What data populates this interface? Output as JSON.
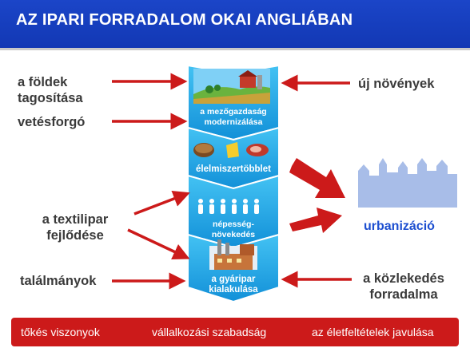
{
  "header": {
    "title": "AZ IPARI FORRADALOM OKAI ANGLIÁBAN"
  },
  "left_labels": {
    "foldek": [
      "a földek",
      "tagosítása"
    ],
    "vetesforgo": "vetésforgó",
    "textilipar": [
      "a textilipar",
      "fejlődése"
    ],
    "talalmanyok": "találmányok"
  },
  "right_labels": {
    "uj_novenyek": "új növények",
    "urbanizacio": "urbanizáció",
    "kozlekedes": [
      "a közlekedés",
      "forradalma"
    ]
  },
  "chain": {
    "step1": [
      "a mezőgazdaság",
      "modernizálása"
    ],
    "step2": "élelmiszertöbblet",
    "step3": [
      "népesség-",
      "növekedés"
    ],
    "step4": [
      "a gyáripar",
      "kialakulása"
    ]
  },
  "footer": {
    "item1": "tőkés viszonyok",
    "item2": "vállalkozási szabadság",
    "item3": "az életfeltételek javulása"
  },
  "colors": {
    "header": "#1b45c8",
    "arrow_red": "#cc1a1a",
    "chevron": "#1aa6e6",
    "urban_text": "#1d4fd0"
  }
}
